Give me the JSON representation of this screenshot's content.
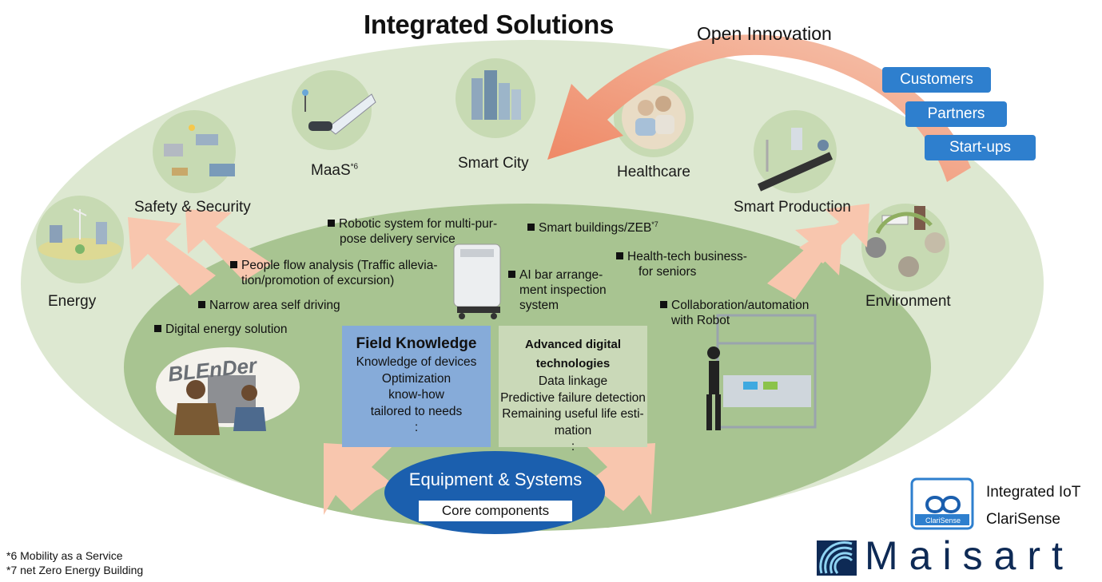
{
  "title": "Integrated Solutions",
  "open_innovation": {
    "label": "Open Innovation",
    "stakeholders": [
      "Customers",
      "Partners",
      "Start-ups"
    ]
  },
  "fields": {
    "energy": "Energy",
    "safety": "Safety & Security",
    "maas": "MaaS",
    "maas_note": "*6",
    "smart_city": "Smart City",
    "healthcare": "Healthcare",
    "smart_production": "Smart Production",
    "environment": "Environment"
  },
  "initiatives": {
    "robotic_1": "Robotic system for multi-pur-",
    "robotic_2": "pose delivery service",
    "zeb": "Smart buildings/ZEB",
    "zeb_note": "*7",
    "people_1": "People flow analysis (Traffic allevia-",
    "people_2": "tion/promotion of excursion)",
    "ai_1": "AI bar arrange-",
    "ai_2": "ment inspection",
    "ai_3": "system",
    "health_1": "Health-tech business-",
    "health_2": "for seniors",
    "narrow": "Narrow area self driving",
    "collab_1": "Collaboration/automation",
    "collab_2": "with Robot",
    "digital_energy": "Digital energy solution",
    "blender_logo": "BLEnDer"
  },
  "field_knowledge": {
    "heading": "Field Knowledge",
    "lines": [
      "Knowledge of devices",
      "Optimization",
      "know-how",
      "tailored to needs",
      ":"
    ]
  },
  "advanced_digital": {
    "heading": "Advanced digital technologies",
    "lines": [
      "Data linkage",
      "Predictive failure detection",
      "Remaining useful life esti-",
      "mation",
      ":"
    ]
  },
  "equipment": {
    "label": "Equipment & Systems",
    "core": "Core components"
  },
  "clarisense": {
    "line1": "Integrated IoT",
    "line2": "ClariSense",
    "badge": "ClariSense"
  },
  "maisart": "Maisart",
  "footnotes": [
    "*6 Mobility as a Service",
    "*7 net Zero Energy Building"
  ],
  "colors": {
    "outer_ellipse": "#dde8d1",
    "inner_ellipse": "#a8c491",
    "field_circle": "#c7dab3",
    "arrow": "#f8c6ae",
    "open_innovation_arrow": "#ee8a66",
    "stakeholder_box": "#2e7fce",
    "field_knowledge_box": "#86abd9",
    "advanced_box": "#cad9b8",
    "equipment_ellipse": "#1b5fae"
  }
}
